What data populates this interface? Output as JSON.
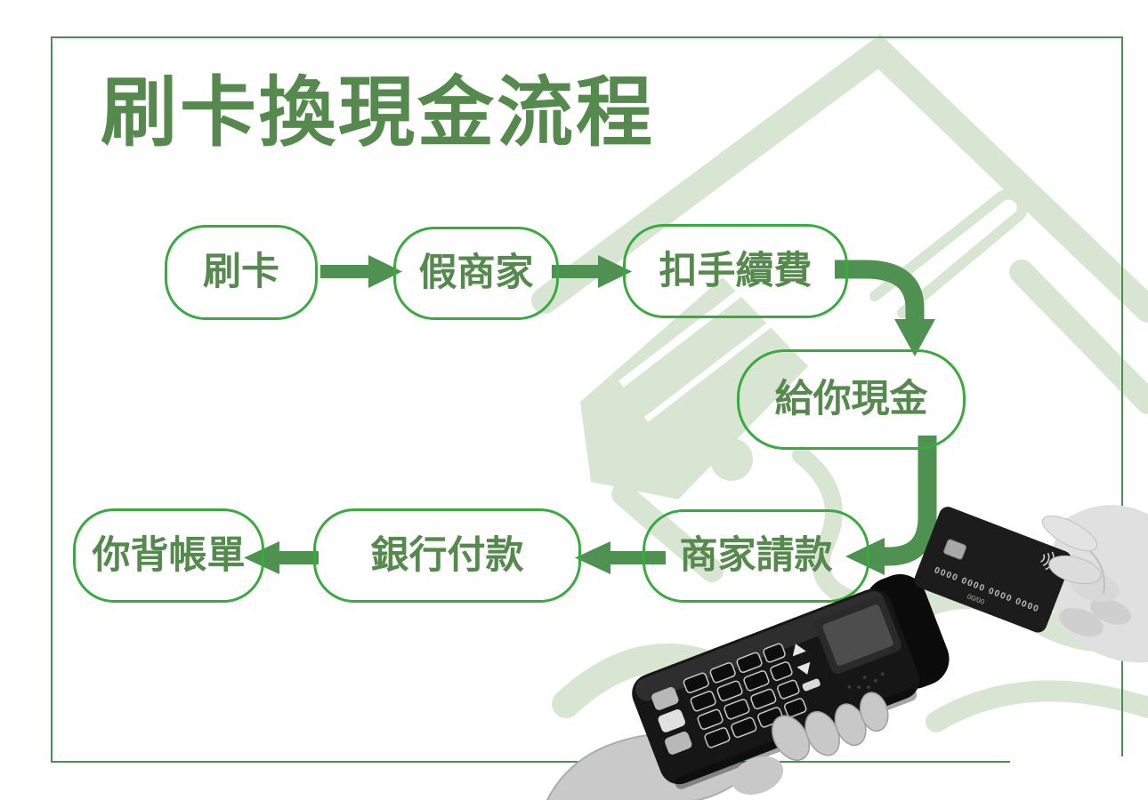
{
  "title": "刷卡換現金流程",
  "flow": {
    "steps": [
      {
        "label": "刷卡"
      },
      {
        "label": "假商家"
      },
      {
        "label": "扣手續費"
      },
      {
        "label": "給你現金"
      },
      {
        "label": "商家請款"
      },
      {
        "label": "銀行付款"
      },
      {
        "label": "你背帳單"
      }
    ]
  },
  "photos": {
    "credit_card": {
      "number": "0000 0000 0000 0000",
      "expiry": "00/00"
    }
  },
  "colors": {
    "title_text": "#56894d",
    "box_border": "#3aa93f",
    "box_text": "#55894e",
    "arrow": "#4e9150",
    "frame_border": "#4f8c51",
    "watermark": "#d9e5d3"
  }
}
